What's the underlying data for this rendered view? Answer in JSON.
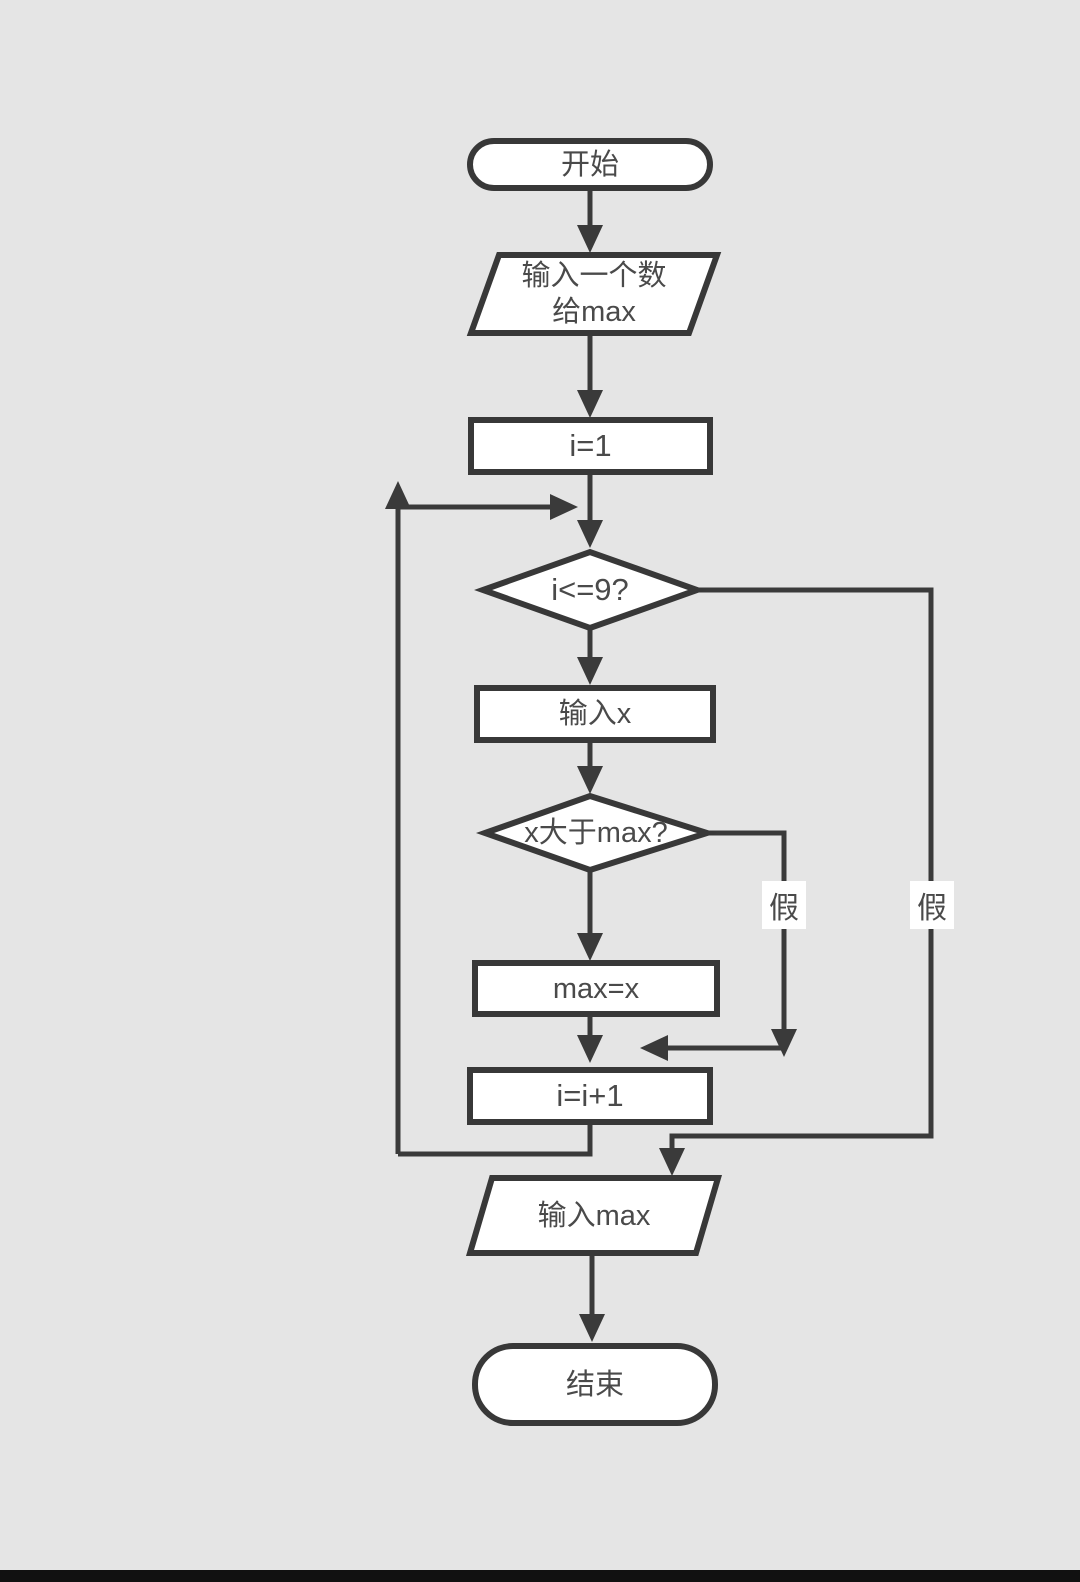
{
  "canvas": {
    "background_color": "#e5e5e5",
    "line_color": "#3a3a3a",
    "node_fill_color": "#ffffff",
    "node_border_color": "#383838",
    "text_color": "#4a4a4a",
    "bottom_bar_color": "#111111"
  },
  "nodes": {
    "start": {
      "type": "terminator",
      "label": "开始"
    },
    "input_first": {
      "type": "io-parallelogram",
      "line1": "输入一个数",
      "line2": "给max"
    },
    "init_i": {
      "type": "process",
      "label": "i=1"
    },
    "loop_condition": {
      "type": "decision",
      "label": "i<=9?"
    },
    "input_x": {
      "type": "process",
      "label": "输入x"
    },
    "compare": {
      "type": "decision",
      "label": "x大于max?"
    },
    "assign_max": {
      "type": "process",
      "label": "max=x"
    },
    "increment": {
      "type": "process",
      "label": "i=i+1"
    },
    "output_max": {
      "type": "io-parallelogram",
      "label": "输入max"
    },
    "end": {
      "type": "terminator",
      "label": "结束"
    }
  },
  "edge_labels": {
    "compare_false": "假",
    "loop_false": "假"
  }
}
